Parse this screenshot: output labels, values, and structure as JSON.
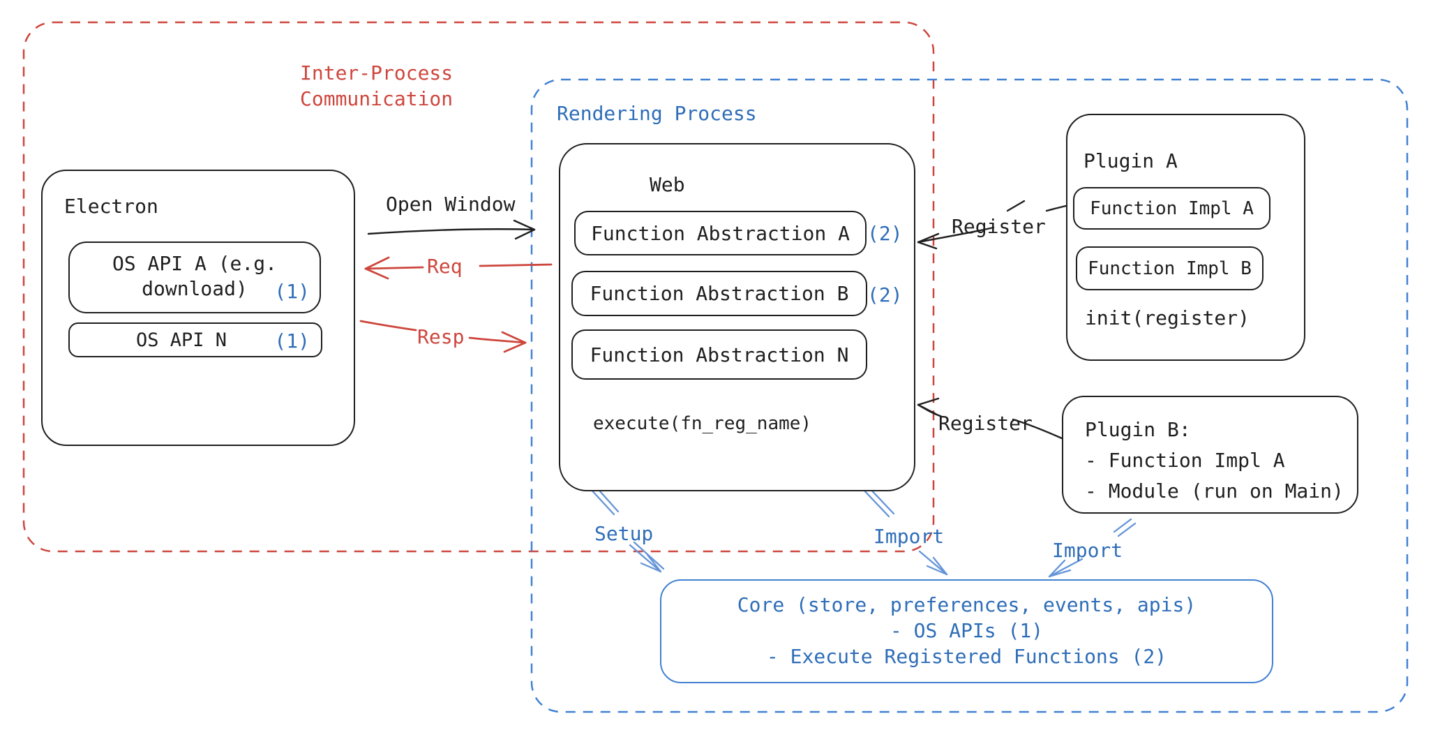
{
  "diagram": {
    "groups": {
      "ipc": {
        "title_line1": "Inter-Process",
        "title_line2": "Communication"
      },
      "rendering_process": {
        "title": "Rendering Process"
      }
    },
    "electron": {
      "title": "Electron",
      "os_api_a": {
        "line1": "OS API A (e.g.",
        "line2": "download)",
        "marker": "(1)"
      },
      "os_api_n": {
        "label": "OS API N",
        "marker": "(1)"
      }
    },
    "web": {
      "title": "Web",
      "abstraction_a": {
        "label": "Function Abstraction A",
        "marker": "(2)"
      },
      "abstraction_b": {
        "label": "Function Abstraction B",
        "marker": "(2)"
      },
      "abstraction_n": {
        "label": "Function Abstraction N"
      },
      "execute": "execute(fn_reg_name)"
    },
    "plugin_a": {
      "title": "Plugin A",
      "impl_a": "Function Impl A",
      "impl_b": "Function Impl B",
      "init": "init(register)"
    },
    "plugin_b": {
      "title": "Plugin B:",
      "item1": "- Function Impl A",
      "item2": "- Module (run on Main)"
    },
    "core": {
      "line1": "Core (store, preferences, events, apis)",
      "line2": "- OS APIs (1)",
      "line3": "- Execute Registered Functions (2)"
    },
    "labels": {
      "open_window": "Open Window",
      "req": "Req",
      "resp": "Resp",
      "register_top": "Register",
      "register_bottom": "Register",
      "setup": "Setup",
      "import_web": "Import",
      "import_plugin_b": "Import"
    },
    "colors": {
      "red": "#cd463d",
      "blue": "#2e6db8",
      "blue_dash": "#4181d2",
      "light_blue": "#6494d8",
      "ink": "#1e1e1e"
    }
  }
}
